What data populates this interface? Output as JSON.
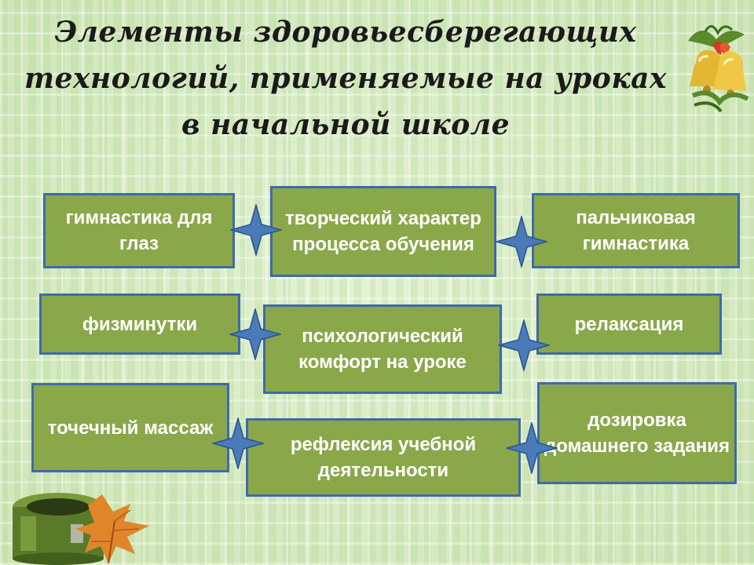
{
  "slide": {
    "title_lines": [
      "Элементы здоровьесберегающих",
      "технологий, применяемые на уроках",
      "в начальной школе"
    ]
  },
  "boxes": {
    "eye_gymnastics": "гимнастика для глаз",
    "creative_character": "творческий характер процесса обучения",
    "finger_gymnastics": "пальчиковая гимнастика",
    "physical_breaks": "физминутки",
    "psychological_comfort": "психологический комфорт на уроке",
    "relaxation": "релаксация",
    "acupressure": "точечный массаж",
    "reflection": "рефлексия учебной деятельности",
    "homework_dosage": "дозировка домашнего задания"
  },
  "colors": {
    "box_fill": "#8aa84a",
    "box_border": "#3f6aa8",
    "box_text": "#ffffff",
    "arrow_fill": "#4a7ab8",
    "title_text": "#1a1a1a"
  },
  "decorations": {
    "top_right": "bells-with-ribbon-icon",
    "bottom_left": "inkwell-with-autumn-leaf-icon"
  }
}
